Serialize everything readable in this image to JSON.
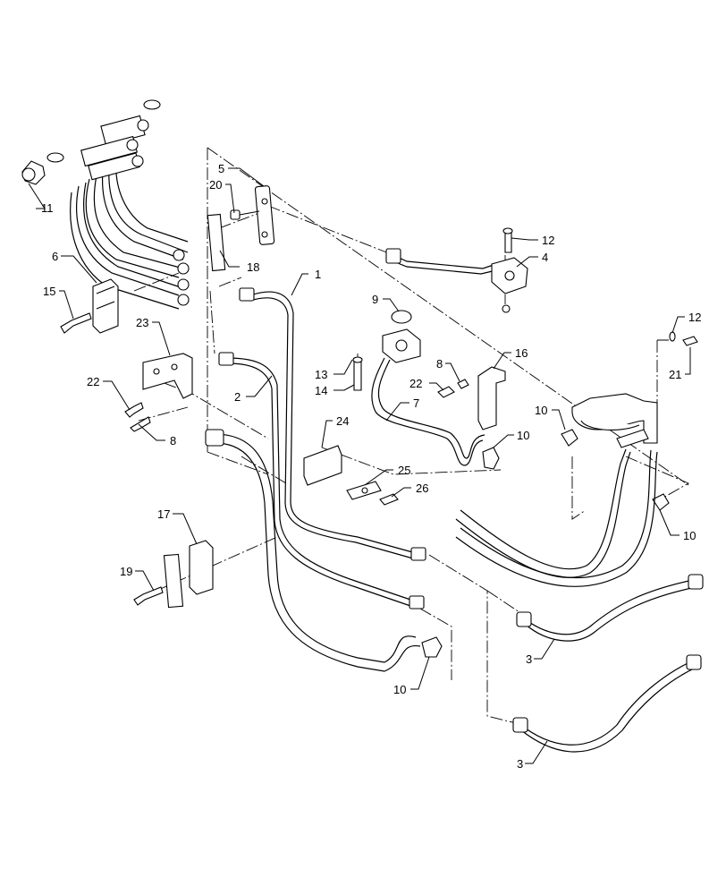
{
  "callouts": [
    {
      "id": "c1",
      "label": "1"
    },
    {
      "id": "c2",
      "label": "2"
    },
    {
      "id": "c3a",
      "label": "3"
    },
    {
      "id": "c3b",
      "label": "3"
    },
    {
      "id": "c4",
      "label": "4"
    },
    {
      "id": "c5",
      "label": "5"
    },
    {
      "id": "c6",
      "label": "6"
    },
    {
      "id": "c7",
      "label": "7"
    },
    {
      "id": "c8a",
      "label": "8"
    },
    {
      "id": "c8b",
      "label": "8"
    },
    {
      "id": "c9",
      "label": "9"
    },
    {
      "id": "c10a",
      "label": "10"
    },
    {
      "id": "c10b",
      "label": "10"
    },
    {
      "id": "c10c",
      "label": "10"
    },
    {
      "id": "c10d",
      "label": "10"
    },
    {
      "id": "c11",
      "label": "11"
    },
    {
      "id": "c12a",
      "label": "12"
    },
    {
      "id": "c12b",
      "label": "12"
    },
    {
      "id": "c13",
      "label": "13"
    },
    {
      "id": "c14",
      "label": "14"
    },
    {
      "id": "c15",
      "label": "15"
    },
    {
      "id": "c16",
      "label": "16"
    },
    {
      "id": "c17",
      "label": "17"
    },
    {
      "id": "c18",
      "label": "18"
    },
    {
      "id": "c19",
      "label": "19"
    },
    {
      "id": "c20",
      "label": "20"
    },
    {
      "id": "c21",
      "label": "21"
    },
    {
      "id": "c22a",
      "label": "22"
    },
    {
      "id": "c22b",
      "label": "22"
    },
    {
      "id": "c23",
      "label": "23"
    },
    {
      "id": "c24",
      "label": "24"
    },
    {
      "id": "c25",
      "label": "25"
    },
    {
      "id": "c26",
      "label": "26"
    }
  ]
}
